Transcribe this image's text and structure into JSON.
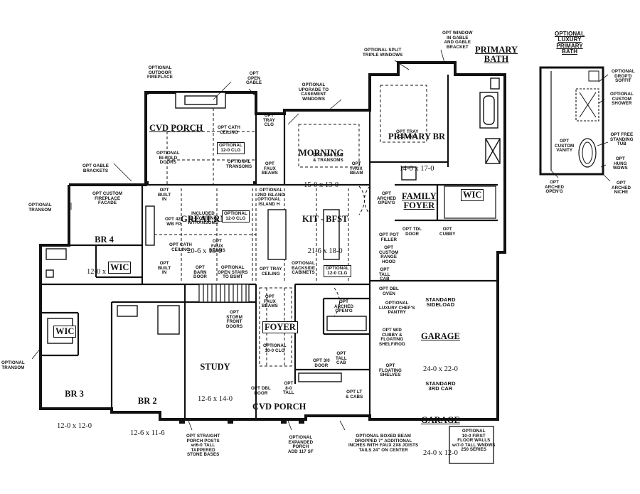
{
  "rooms": {
    "cvd_porch_top": "CVD PORCH",
    "morning": {
      "name": "MORNING",
      "dim": "15-0 x 13-0"
    },
    "primary_br": {
      "name": "PRIMARY BR",
      "dim": "14-0 x 17-0"
    },
    "primary_bath": "PRIMARY\nBATH",
    "luxury_primary_bath": "OPTIONAL\nLUXURY\nPRIMARY\nBATH",
    "great_rm": {
      "name": "GREAT RM",
      "dim": "20-6 x 18-0"
    },
    "kit_bfst": {
      "name": "KIT - BFST",
      "dim": "21-6 x 18-0"
    },
    "family_foyer": "FAMILY\nFOYER",
    "wic_primary": "WIC",
    "br4": {
      "name": "BR 4",
      "dim": "12-0 x 12-0"
    },
    "wic_br4": "WIC",
    "wic_br3": "WIC",
    "br3": {
      "name": "BR 3",
      "dim": "12-0 x 12-0"
    },
    "br2": {
      "name": "BR 2",
      "dim": "12-6 x 11-6"
    },
    "study": {
      "name": "STUDY",
      "dim": "12-6 x 14-0"
    },
    "foyer": "FOYER",
    "garage_sideload": {
      "pre": "STANDARD\nSIDELOAD",
      "name": "GARAGE",
      "dim": "24-0 x 22-0"
    },
    "garage_3rd": {
      "pre": "STANDARD\n3RD CAR",
      "name": "GARAGE",
      "dim": "24-0 x 12-0"
    },
    "cvd_porch_bottom": "CVD PORCH"
  },
  "notes": {
    "opt_window_gable": "OPT WINDOW\nIN GABLE\nAND GABLE\nBRACKET",
    "opt_split_triple": "OPTIONAL SPLIT\nTRIPLE WINDOWS",
    "opt_outdoor_fireplace": "OPTIONAL\nOUTDOOR\nFIREPLACE",
    "opt_open_gable": "OPT\nOPEN\nGABLE",
    "opt_upgrade_casement": "OPTIONAL\nUPGRADE TO\nCASEMENT\nWINDOWS",
    "opt_tray_clg_morning": "OPT\nTRAY\nCLG",
    "opt_cath_ceiling_porch": "OPT CATH\nCEILING",
    "optional_12_clg_porch": "OPTIONAL\n12-0 CLG",
    "optional_bifold": "OPTIONAL\nBI-FOLD\nDOORS",
    "optional_transoms_porch": "OPTIONAL\nTRANSOMS",
    "opt_faux_beams_morning": "OPT\nFAUX\nBEAMS",
    "opt_10_clg_transoms": "OPT 10-0 CLG\n& TRANSOMS",
    "opt_faux_beam_kit": "OPT\nFAUX\nBEAM",
    "opt_tray_ceiling_primary": "OPT TRAY\nCEILING",
    "opt_gable_brackets": "OPT GABLE\nBRACKETS",
    "optional_transom_left": "OPTIONAL\nTRANSOM",
    "opt_custom_fireplace": "OPT CUSTOM\nFIREPLACE\nFACADE",
    "opt_built_in_top": "OPT\nBUILT\nIN",
    "opt_42_wb_fp": "OPT 42\"\nWB FP",
    "included_11_ceiling": "INCLUDED\n11-0 CEILING\nw/TRANSOMS",
    "optional_12_clg_great": "OPTIONAL\n12-0 CLG",
    "opt_cath_ceiling_great": "OPT CATH\nCEILING",
    "opt_faux_beams_great": "OPT\nFAUX\nBEAMS",
    "opt_built_in_bottom": "OPT\nBUILT\nIN",
    "optional_2nd_island": "OPTIONAL\n2ND ISLAND",
    "optional_island_h": "OPTIONAL\nISLAND H",
    "opt_arched_openg_kit": "OPT\nARCHED\nOPEN'G",
    "opt_tdl_door": "OPT TDL\nDOOR",
    "opt_cubby": "OPT\nCUBBY",
    "opt_pot_filler": "OPT POT\nFILLER",
    "opt_custom_range_hood": "OPT\nCUSTOM\nRANGE\nHOOD",
    "opt_tall_cab_kit": "OPT\nTALL\nCAB",
    "opt_dbl_oven": "OPT DBL\nOVEN",
    "optional_luxury_pantry": "OPTIONAL\nLUXURY CHEF'S\nPANTRY",
    "opt_arched_openg_pantry": "OPT\nARCHED\nOPEN'G",
    "opt_wd_cubby": "OPT W/D\nCUBBY &\nFLOATING\nSHELF/ROD",
    "opt_floating_shelves": "OPT\nFLOATING\nSHELVES",
    "opt_lt_cabs": "OPT LT\n& CABS",
    "optional_backside_cabinets": "OPTIONAL\nBACKSIDE\nCABINETS",
    "optional_12_clg_kit": "OPTIONAL\n12-0 CLG",
    "opt_tray_ceiling_kit": "OPT TRAY\nCEILING",
    "opt_barn_door": "OPT\nBARN\nDOOR",
    "optional_open_stairs": "OPTIONAL\nOPEN STAIRS\nTO BSMT",
    "opt_faux_beams_foyer": "OPT\nFAUX\nBEAMS",
    "opt_storm_front": "OPT\nSTORM\nFRONT\nDOORS",
    "optional_10_clg_foyer": "OPTIONAL\n10-0 CLG",
    "opt_36_door": "OPT 3/0\nDOOR",
    "opt_tall_cab_foyer": "OPT\nTALL\nCAB",
    "opt_dbl_door": "OPT DBL\nDOOR",
    "opt_8_tall": "OPT\n8-0\nTALL",
    "optional_transom_br3": "OPTIONAL\nTRANSOM",
    "opt_drop_soffit": "OPTIONAL\nDROP'D\nSOFFIT",
    "opt_custom_shower": "OPTIONAL\nCUSTOM\nSHOWER",
    "opt_free_standing_tub": "OPT FREE\nSTANDING\nTUB",
    "opt_hung_wdws": "OPT\nHUNG\nWDWS",
    "opt_custom_vanity": "OPT\nCUSTOM\nVANITY",
    "opt_arched_openg_bath": "OPT\nARCHED\nOPEN'G",
    "opt_arched_niche": "OPT\nARCHED\nNICHE",
    "opt_straight_posts": "OPT STRAIGHT\nPORCH POSTS\nw/6-0 TALL\nTAPPERED\nSTONE BASES",
    "optional_expanded_porch": "OPTIONAL\nEXPANDED\nPORCH\nADD 117 SF",
    "optional_boxed_beam": "OPTIONAL BOXED BEAM\nDROPPED 7\" ADDITIONAL\nINCHES WITH FAUX 2X8 JOISTS\nTAILS 24\" ON CENTER",
    "optional_first_floor_walls": "OPTIONAL\n10-0 FIRST\nFLOOR WALLS\nw/7-0 TALL WNDWS\n250 SERIES"
  }
}
